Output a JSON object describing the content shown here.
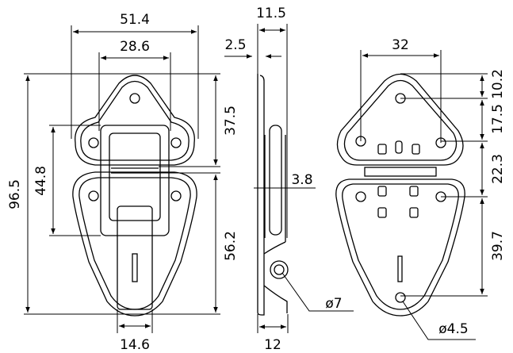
{
  "front_view": {
    "overall_width": "51.4",
    "hole_spacing": "28.6",
    "overall_height": "96.5",
    "latch_height": "44.8",
    "top_plate_height": "37.5",
    "bottom_plate_height": "56.2",
    "tongue_width": "14.6"
  },
  "side_view": {
    "overall_depth": "11.5",
    "plate_thickness": "2.5",
    "gap": "3.8",
    "pivot_diameter": "ø7",
    "base_depth": "12"
  },
  "back_view": {
    "hole_spacing": "32",
    "top_offset": "10.2",
    "upper_spacing": "17.5",
    "middle_spacing": "22.3",
    "lower_spacing": "39.7",
    "hole_diameter": "ø4.5"
  }
}
